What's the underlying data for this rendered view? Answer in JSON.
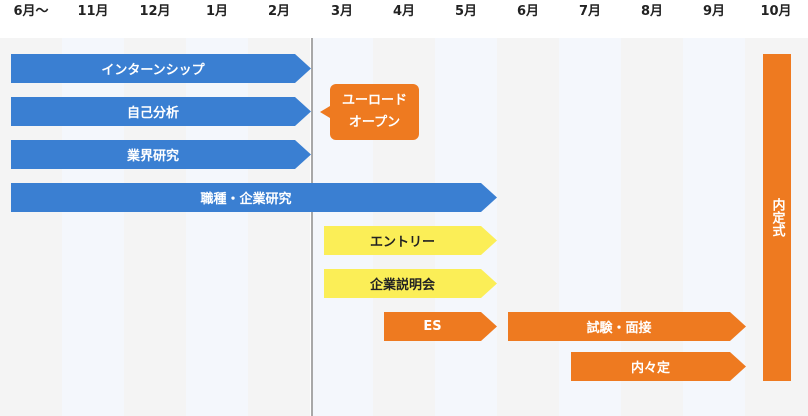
{
  "months": [
    "6月〜",
    "11月",
    "12月",
    "1月",
    "2月",
    "3月",
    "4月",
    "5月",
    "6月",
    "7月",
    "8月",
    "9月",
    "10月"
  ],
  "bars": {
    "internship": "インターンシップ",
    "self_analysis": "自己分析",
    "industry_research": "業界研究",
    "job_company_research": "職種・企業研究",
    "entry": "エントリー",
    "company_briefing": "企業説明会",
    "es": "ES",
    "exam_interview": "試験・面接",
    "informal_offer": "内々定",
    "offer_ceremony": "内定式"
  },
  "callout": {
    "line1": "ユーロード",
    "line2": "オープン"
  },
  "colors": {
    "blue": "#3a7fd2",
    "orange": "#ee7a20",
    "yellow": "#fbee57"
  }
}
